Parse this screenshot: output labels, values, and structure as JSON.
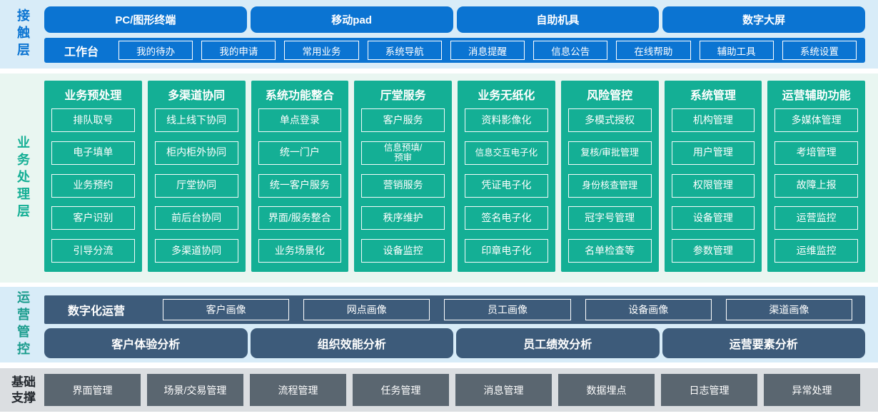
{
  "colors": {
    "blue": "#0b74d2",
    "lightBlueBg": "#d8ecf8",
    "green": "#14af95",
    "lightGreenBg": "#e9f6f1",
    "slate": "#3d5b7a",
    "tealLabel": "#1b9c8d",
    "grayBox": "#5a6670",
    "grayBg": "#dbdee1",
    "darkLabel": "#23282e"
  },
  "layers": {
    "contact": {
      "label": "接触层",
      "channels": [
        "PC/图形终端",
        "移动pad",
        "自助机具",
        "数字大屏"
      ],
      "workbench": {
        "label": "工作台",
        "items": [
          "我的待办",
          "我的申请",
          "常用业务",
          "系统导航",
          "消息提醒",
          "信息公告",
          "在线帮助",
          "辅助工具",
          "系统设置"
        ]
      }
    },
    "business": {
      "label": "业务处理层",
      "columns": [
        {
          "title": "业务预处理",
          "items": [
            "排队取号",
            "电子填单",
            "业务预约",
            "客户识别",
            "引导分流"
          ]
        },
        {
          "title": "多渠道协同",
          "items": [
            "线上线下协同",
            "柜内柜外协同",
            "厅堂协同",
            "前后台协同",
            "多渠道协同"
          ]
        },
        {
          "title": "系统功能整合",
          "items": [
            "单点登录",
            "统一门户",
            "统一客户服务",
            "界面/服务整合",
            "业务场景化"
          ]
        },
        {
          "title": "厅堂服务",
          "items": [
            "客户服务",
            "信息预填/\n预审",
            "营销服务",
            "秩序维护",
            "设备监控"
          ]
        },
        {
          "title": "业务无纸化",
          "items": [
            "资料影像化",
            "信息交互电子化",
            "凭证电子化",
            "签名电子化",
            "印章电子化"
          ]
        },
        {
          "title": "风险管控",
          "items": [
            "多模式授权",
            "复核/审批管理",
            "身份核查管理",
            "冠字号管理",
            "名单检查等"
          ]
        },
        {
          "title": "系统管理",
          "items": [
            "机构管理",
            "用户管理",
            "权限管理",
            "设备管理",
            "参数管理"
          ]
        },
        {
          "title": "运营辅助功能",
          "items": [
            "多媒体管理",
            "考培管理",
            "故障上报",
            "运营监控",
            "运维监控"
          ]
        }
      ]
    },
    "operations": {
      "label": "运营管控",
      "digital": {
        "label": "数字化运营",
        "items": [
          "客户画像",
          "网点画像",
          "员工画像",
          "设备画像",
          "渠道画像"
        ]
      },
      "analysis": [
        "客户体验分析",
        "组织效能分析",
        "员工绩效分析",
        "运营要素分析"
      ]
    },
    "foundation": {
      "label": "基础\n支撑",
      "items": [
        "界面管理",
        "场景/交易管理",
        "流程管理",
        "任务管理",
        "消息管理",
        "数据埋点",
        "日志管理",
        "异常处理"
      ]
    }
  }
}
